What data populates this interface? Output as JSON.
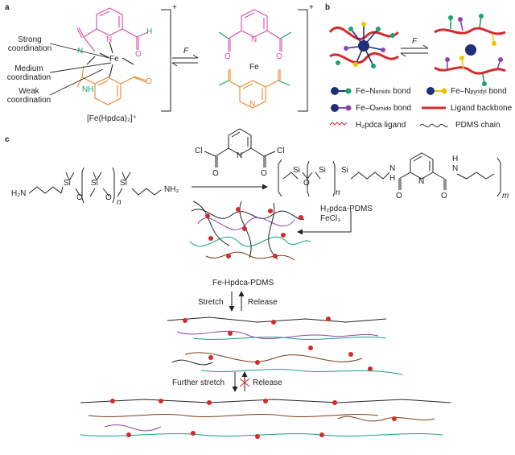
{
  "panels": {
    "a": "a",
    "b": "b",
    "c": "c"
  },
  "panel_a": {
    "strong": "Strong\ncoordination",
    "medium": "Medium\ncoordination",
    "weak": "Weak\ncoordination",
    "complex_label": "[Fe(Hpdca)₂]⁺",
    "force": "F",
    "fe_left": "Fe",
    "fe_right": "Fe",
    "charge_left": "+",
    "charge_right": "+",
    "atom_n": "N",
    "atom_h": "H",
    "atom_nh": "NH",
    "atom_o": "O"
  },
  "panel_b": {
    "force": "F",
    "legend": {
      "amido_pre": "Fe–N",
      "amido_sub": "amido",
      "amido_post": " bond",
      "pyridyl_pre": "Fe–N",
      "pyridyl_sub": "pyridyl",
      "pyridyl_post": " bond",
      "oamido_pre": "Fe–O",
      "oamido_sub": "amido",
      "oamido_post": " bond",
      "backbone": "Ligand backbone",
      "ligand": "H₂pdca ligand",
      "pdms": "PDMS chain"
    },
    "colors": {
      "backbone": "#d62a2a",
      "fe": "#1f2f7a",
      "amido_n": "#1aa36a",
      "pyridyl_n": "#f2c200",
      "amido_o": "#8e44ad"
    }
  },
  "panel_c": {
    "monomer": {
      "h2n": "H₂N",
      "nh2": "NH₂",
      "si": "Si",
      "o": "O",
      "n": "n"
    },
    "reagent": {
      "cl1": "Cl",
      "cl2": "Cl",
      "n": "N",
      "o1": "O",
      "o2": "O"
    },
    "polymer": {
      "si": "Si",
      "o": "O",
      "n": "n",
      "nh1": "N",
      "nh2": "N",
      "h1": "H",
      "h2": "H",
      "npy": "N",
      "o1": "O",
      "o2": "O",
      "m": "m"
    },
    "step_reagent1": "H₂pdca-PDMS",
    "step_reagent2": "FeCl₃",
    "product": "Fe-Hpdca-PDMS",
    "stretch": "Stretch",
    "release1": "Release",
    "further_stretch": "Further stretch",
    "release2": "Release"
  }
}
